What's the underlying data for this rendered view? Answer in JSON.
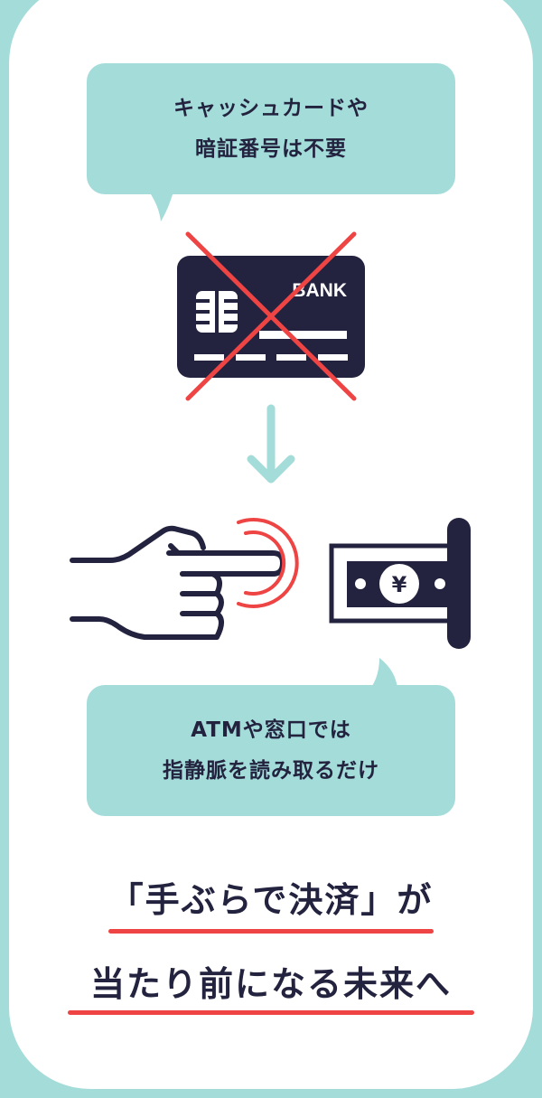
{
  "bubble_top": {
    "line1": "キャッシュカードや",
    "line2": "暗証番号は不要"
  },
  "card": {
    "label": "BANK"
  },
  "bubble_bottom": {
    "line1": "ATMや窓口では",
    "line2": "指静脈を読み取るだけ"
  },
  "headline": {
    "line1": "「手ぶらで決済」が",
    "line2": "当たり前になる未来へ"
  },
  "colors": {
    "teal": "#a3dcd9",
    "navy": "#23233f",
    "red": "#ef4444"
  }
}
